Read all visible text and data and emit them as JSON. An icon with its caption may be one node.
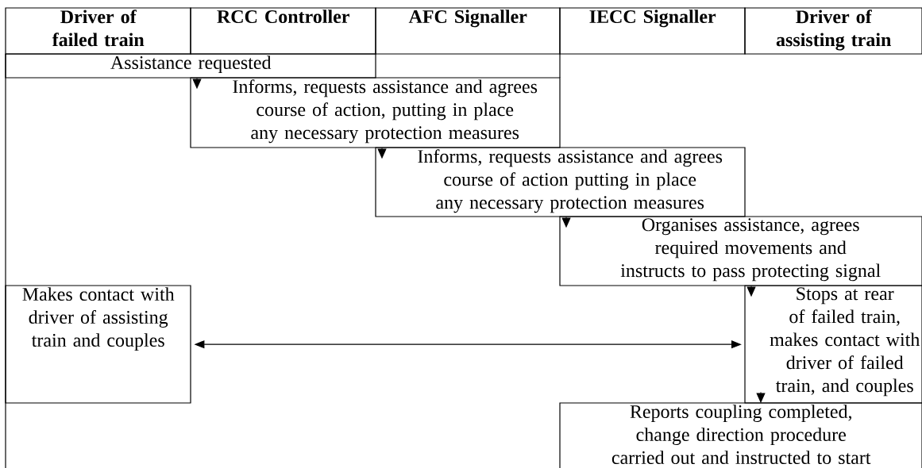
{
  "diagram": {
    "nodes": [
      {
        "text": [
          "Driver of failed train"
        ]
      },
      {
        "text": [
          "RCC Controller"
        ]
      },
      {
        "text": [
          "AFC Signaller"
        ]
      },
      {
        "text": [
          "IECC Signaller"
        ]
      },
      {
        "text": [
          "Driver of assisting train"
        ]
      },
      {
        "text": [
          "Assistance requested"
        ]
      },
      {
        "text": [
          "Informs, requests assistance and agrees course of action, putting in place any necessary protection measures"
        ]
      },
      {
        "text": [
          "Informs, requests assistance and agrees course of action putting in place any necessary protection measures"
        ]
      },
      {
        "text": [
          "Organises assistance, agrees required movements and instructs to pass protecting signal"
        ]
      },
      {
        "text": [
          "Makes contact with driver of assisting train and couples"
        ]
      },
      {
        "text": [
          "Stops at rear of failed train, makes contact with driver of failed train, and couples"
        ]
      },
      {
        "text": [
          "Reports coupling completed, change direction procedure carried out and instructed to start"
        ]
      }
    ],
    "edges": [
      {
        "from": 5,
        "to": 6,
        "arrow": "to"
      },
      {
        "from": 6,
        "to": 7,
        "arrow": "to"
      },
      {
        "from": 7,
        "to": 8,
        "arrow": "to"
      },
      {
        "from": 8,
        "to": 10,
        "arrow": "to"
      },
      {
        "from": 9,
        "to": 10,
        "arrow": "both"
      },
      {
        "from": 10,
        "to": 11,
        "arrow": "to"
      }
    ]
  }
}
